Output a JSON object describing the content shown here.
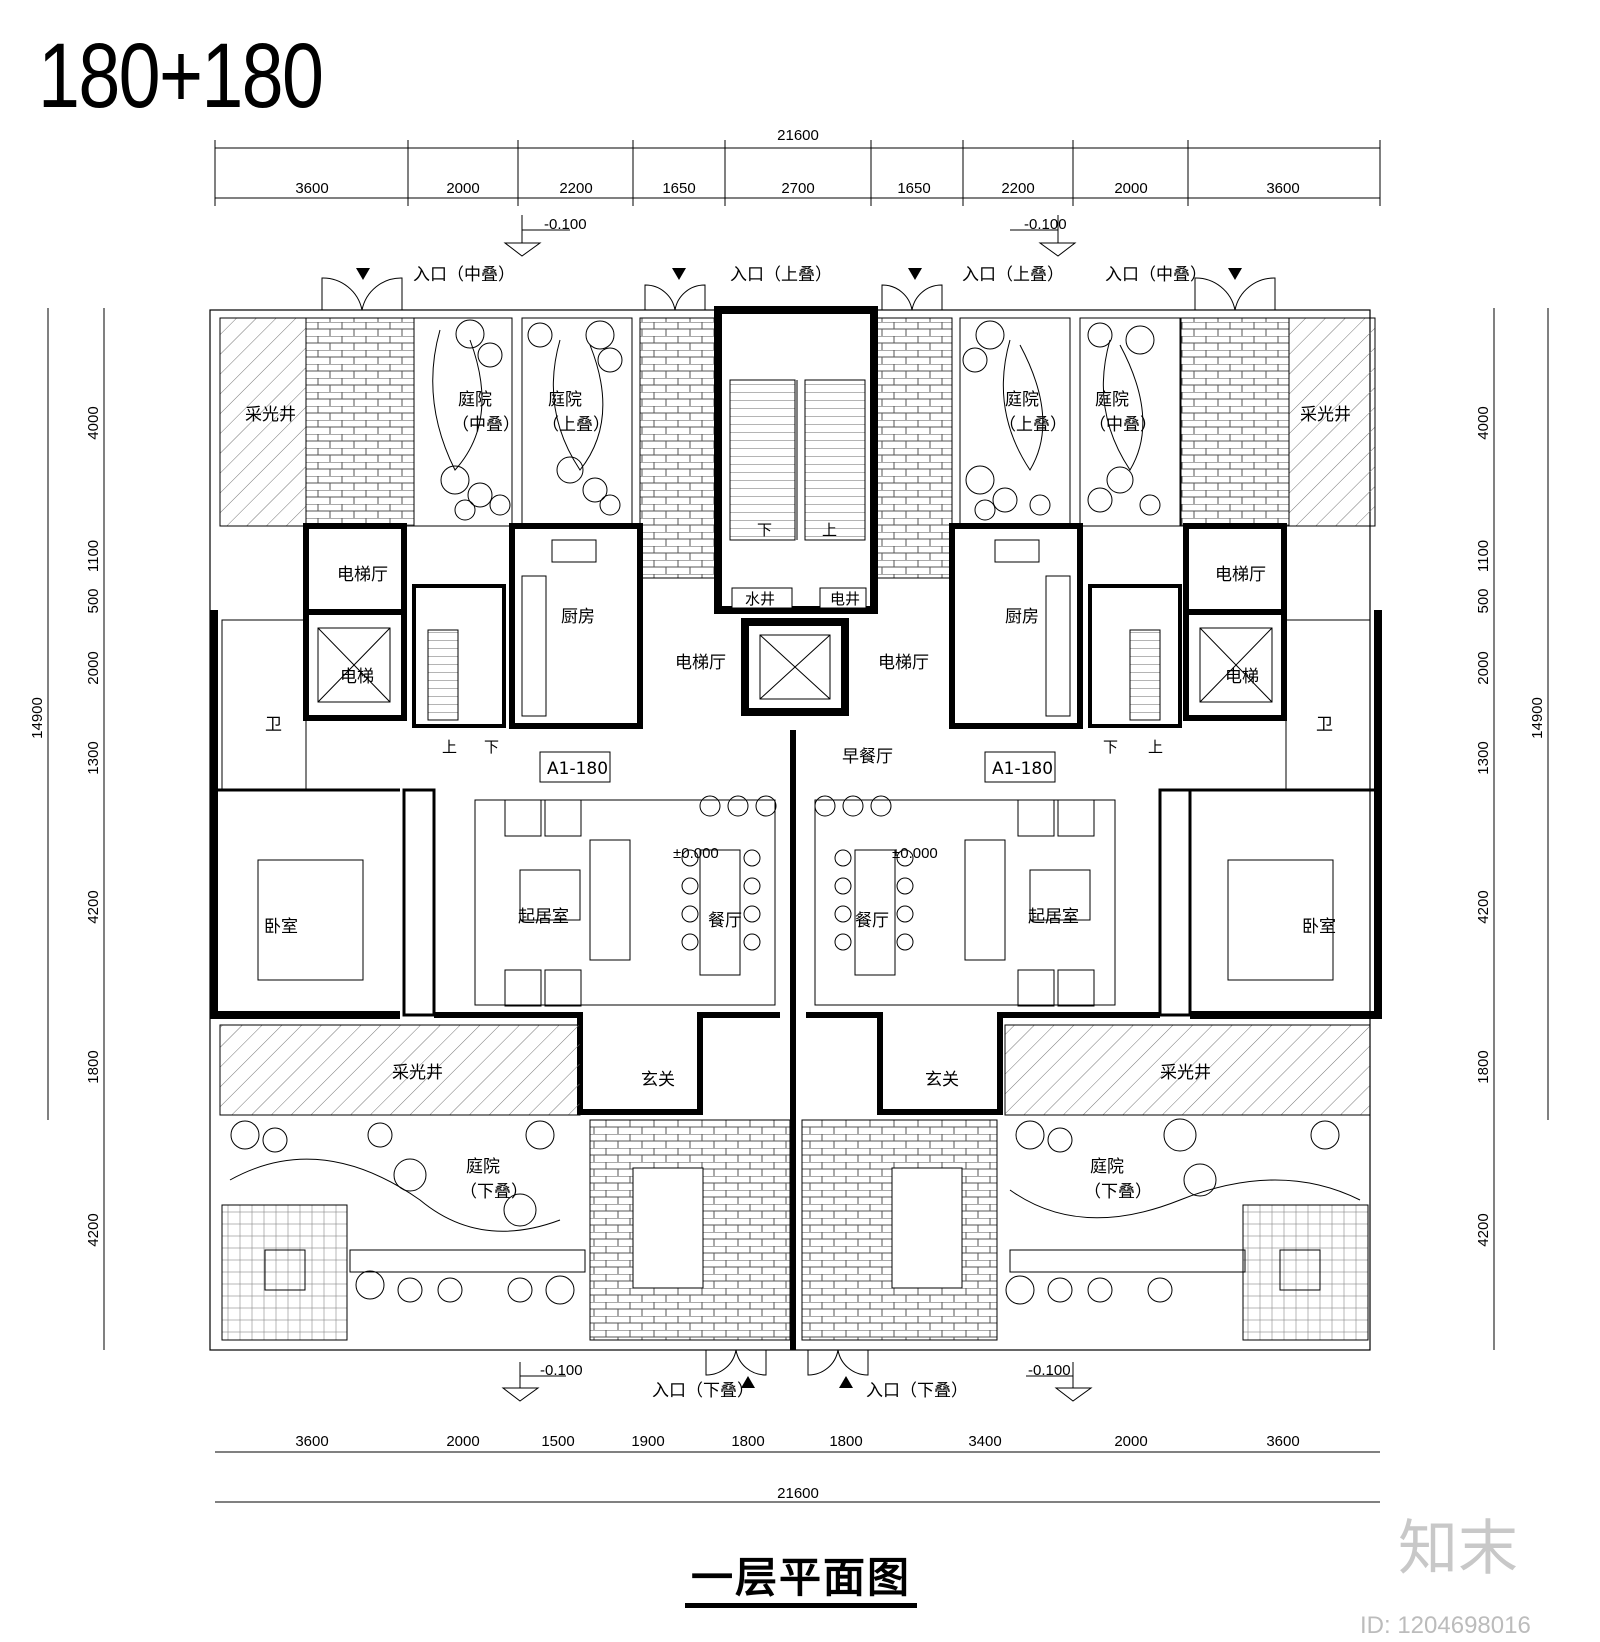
{
  "title": "180+180",
  "sheet_title": "一层平面图",
  "brand": "知末",
  "image_id": "ID: 1204698016",
  "dimensions": {
    "total_top": "21600",
    "top_segments": [
      "3600",
      "2000",
      "2200",
      "1650",
      "2700",
      "1650",
      "2200",
      "2000",
      "3600"
    ],
    "total_bottom": "21600",
    "bottom_segments": [
      "3600",
      "2000",
      "1500",
      "1900",
      "1800",
      "1800",
      "3400",
      "2000",
      "3600"
    ],
    "left_total": "14900",
    "left_segments": [
      "4000",
      "1100",
      "500",
      "2000",
      "1300",
      "4200",
      "1800",
      "4200"
    ],
    "right_total": "14900",
    "right_segments": [
      "4000",
      "1100",
      "500",
      "2000",
      "1300",
      "4200",
      "1800",
      "4200"
    ]
  },
  "levels": {
    "top_left": "-0.100",
    "top_right": "-0.100",
    "bottom_left": "-0.100",
    "bottom_right": "-0.100",
    "floor_left": "±0.000",
    "floor_right": "±0.000"
  },
  "entrances": {
    "top_1": "入口（中叠）",
    "top_2": "入口（上叠）",
    "top_3": "入口（上叠）",
    "top_4": "入口（中叠）",
    "bottom_1": "入口（下叠）",
    "bottom_2": "入口（下叠）"
  },
  "rooms": {
    "lightwell_tl": "采光井",
    "court_mid_l_a": "庭院",
    "court_mid_l_b": "（中叠）",
    "court_up_l_a": "庭院",
    "court_up_l_b": "（上叠）",
    "court_up_r_a": "庭院",
    "court_up_r_b": "（上叠）",
    "court_mid_r_a": "庭院",
    "court_mid_r_b": "（中叠）",
    "lightwell_tr": "采光井",
    "lift_hall_l": "电梯厅",
    "lift_l": "电梯",
    "kitchen_l": "厨房",
    "lift_hall_cl": "电梯厅",
    "water_shaft": "水井",
    "elec_shaft": "电井",
    "lift_hall_cr": "电梯厅",
    "kitchen_r": "厨房",
    "lift_hall_r": "电梯厅",
    "lift_r": "电梯",
    "wc_l": "卫",
    "wc_r": "卫",
    "stair_down_c": "下",
    "stair_up_c": "上",
    "stair_up_l": "上",
    "stair_down_l": "下",
    "stair_down_r": "下",
    "stair_up_r": "上",
    "unit_l": "A1-180",
    "unit_r": "A1-180",
    "breakfast": "早餐厅",
    "bedroom_l": "卧室",
    "living_l": "起居室",
    "dining_l": "餐厅",
    "dining_r": "餐厅",
    "living_r": "起居室",
    "bedroom_r": "卧室",
    "lightwell_bl": "采光井",
    "foyer_l": "玄关",
    "foyer_r": "玄关",
    "lightwell_br": "采光井",
    "court_low_l_a": "庭院",
    "court_low_l_b": "（下叠）",
    "court_low_r_a": "庭院",
    "court_low_r_b": "（下叠）"
  }
}
